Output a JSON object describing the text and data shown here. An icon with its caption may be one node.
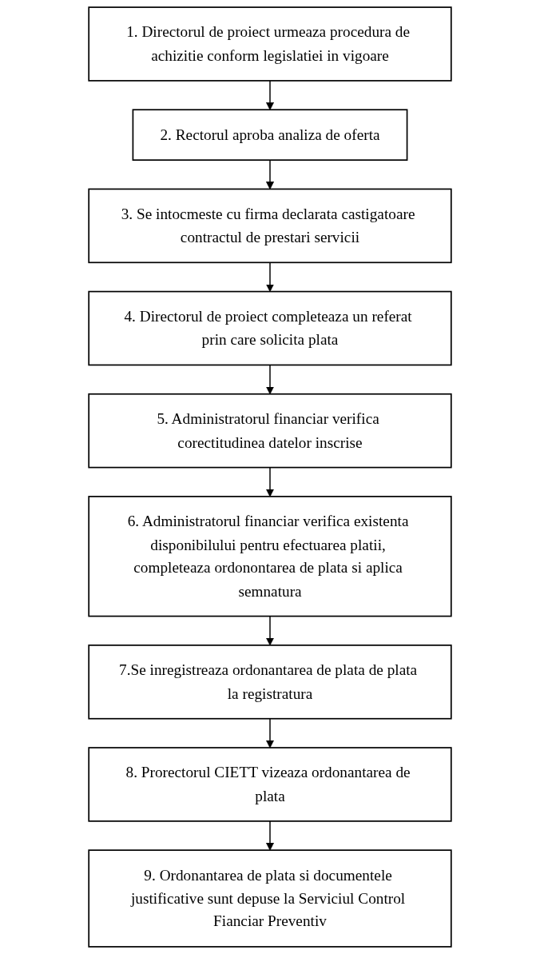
{
  "diagram": {
    "nodes": [
      {
        "text": [
          "1. Directorul de proiect urmeaza procedura de achizitie conform legislatiei in vigoare"
        ]
      },
      {
        "text": [
          "2. Rectorul aproba analiza de oferta"
        ]
      },
      {
        "text": [
          "3. Se intocmeste cu firma declarata castigatoare contractul de prestari servicii"
        ]
      },
      {
        "text": [
          "4. Directorul de proiect completeaza un referat prin care solicita plata"
        ]
      },
      {
        "text": [
          "5. Administratorul financiar verifica corectitudinea datelor inscrise"
        ]
      },
      {
        "text": [
          "6. Administratorul financiar verifica existenta disponibilului pentru efectuarea platii, completeaza ordonontarea de plata si aplica semnatura"
        ]
      },
      {
        "text": [
          "7.Se inregistreaza ordonantarea de plata de plata la registratura"
        ]
      },
      {
        "text": [
          "8. Prorectorul CIETT vizeaza ordonantarea de plata"
        ]
      },
      {
        "text": [
          "9. Ordonantarea de plata si documentele justificative sunt depuse la Serviciul Control Fianciar Preventiv"
        ]
      }
    ],
    "edges": [
      {
        "from": 0,
        "to": 1,
        "arrow": "to"
      },
      {
        "from": 1,
        "to": 2,
        "arrow": "to"
      },
      {
        "from": 2,
        "to": 3,
        "arrow": "to"
      },
      {
        "from": 3,
        "to": 4,
        "arrow": "to"
      },
      {
        "from": 4,
        "to": 5,
        "arrow": "to"
      },
      {
        "from": 5,
        "to": 6,
        "arrow": "to"
      },
      {
        "from": 6,
        "to": 7,
        "arrow": "to"
      },
      {
        "from": 7,
        "to": 8,
        "arrow": "to"
      }
    ]
  }
}
